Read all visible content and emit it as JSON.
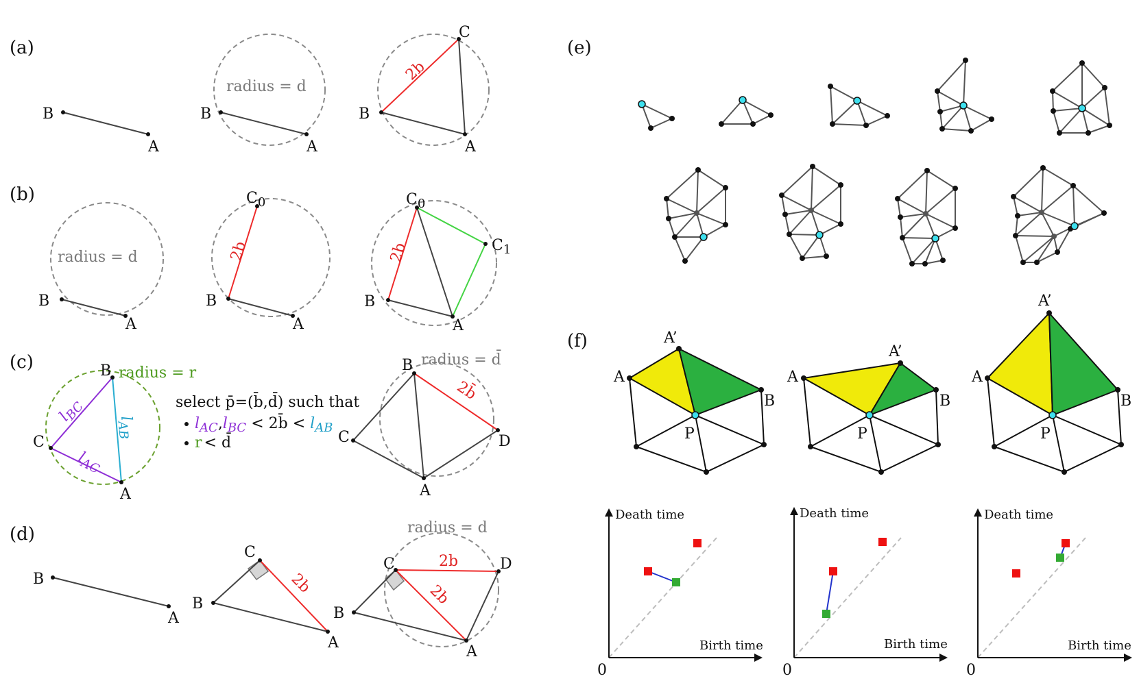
{
  "panels": {
    "a": {
      "label": "(a)",
      "radius": "radius = d",
      "two_b": "2b",
      "B": "B",
      "A": "A",
      "C": "C"
    },
    "b": {
      "label": "(b)",
      "radius": "radius = d",
      "two_b": "2b",
      "B": "B",
      "A": "A",
      "C0": "C",
      "C0_sub": "0",
      "C1": "C",
      "C1_sub": "1"
    },
    "c": {
      "label": "(c)",
      "radius_r": "radius = r",
      "radius_dbar": "radius = d̄",
      "l_ab": "l",
      "l_ab_sub": "AB",
      "l_bc": "l",
      "l_bc_sub": "BC",
      "l_ac": "l",
      "l_ac_sub": "AC",
      "select": "select p̄=(b̄,d̄) such that",
      "cond1_a": "l",
      "cond1_a_sub": "AC",
      "cond1_sep": ",",
      "cond1_b": "l",
      "cond1_b_sub": "BC",
      "cond1_mid": " < 2b̄ < ",
      "cond1_c": "l",
      "cond1_c_sub": "AB",
      "cond2_r": "r",
      "cond2_rest": "< d̄",
      "two_bbar": "2b̄",
      "A": "A",
      "B": "B",
      "C": "C",
      "D": "D"
    },
    "d": {
      "label": "(d)",
      "radius": "radius = d",
      "two_b": "2b",
      "A": "A",
      "B": "B",
      "C": "C",
      "D": "D"
    },
    "e": {
      "label": "(e)"
    },
    "f": {
      "label": "(f)",
      "A": "A",
      "A_prime": "A’",
      "B": "B",
      "P": "P",
      "death": "Death time",
      "birth": "Birth time",
      "origin": "0"
    }
  },
  "colors": {
    "yellow": "#f0ea0a",
    "green": "#2bb040",
    "red_marker": "#ee1111",
    "green_marker": "#33aa33",
    "cyan": "#3ee0ee"
  }
}
